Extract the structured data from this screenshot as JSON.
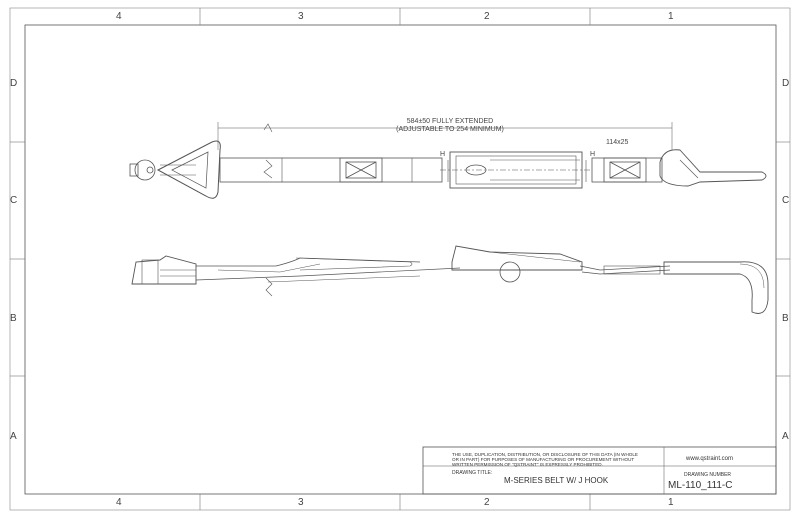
{
  "zones": {
    "top": [
      "4",
      "3",
      "2",
      "1"
    ],
    "bottom": [
      "4",
      "3",
      "2",
      "1"
    ],
    "left": [
      "D",
      "C",
      "B",
      "A"
    ],
    "right": [
      "D",
      "C",
      "B",
      "A"
    ]
  },
  "dimensions": {
    "overall_line1": "584±50 FULLY EXTENDED",
    "overall_line2": "(ADJUSTABLE TO 254 MINIMUM)",
    "webbing": "114x25",
    "section_mark": "H"
  },
  "title_block": {
    "disclaimer": "THE USE, DUPLICATION, DISTRIBUTION, OR DISCLOSURE OF THIS DATA (IN WHOLE OR IN PART) FOR PURPOSES OF MANUFACTURING OR PROCUREMENT WITHOUT WRITTEN PERMISSION OF \"QSTRAINT\" IS EXPRESSLY PROHIBITED.",
    "website": "www.qstraint.com",
    "drawing_title_label": "DRAWING TITLE:",
    "drawing_title": "M-SERIES BELT W/ J HOOK",
    "drawing_number_label": "DRAWING NUMBER",
    "drawing_number": "ML-110_111-C"
  },
  "colors": {
    "line": "#555555",
    "frame": "#666666",
    "paper": "#ffffff"
  }
}
